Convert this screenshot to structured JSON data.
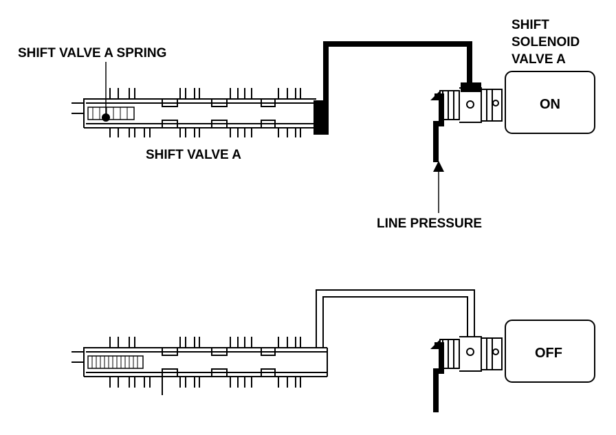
{
  "labels": {
    "spring": "SHIFT VALVE A SPRING",
    "valve": "SHIFT VALVE A",
    "solenoid_line1": "SHIFT",
    "solenoid_line2": "SOLENOID",
    "solenoid_line3": "VALVE A",
    "line_pressure": "LINE PRESSURE"
  },
  "states": {
    "top": "ON",
    "bottom": "OFF"
  }
}
